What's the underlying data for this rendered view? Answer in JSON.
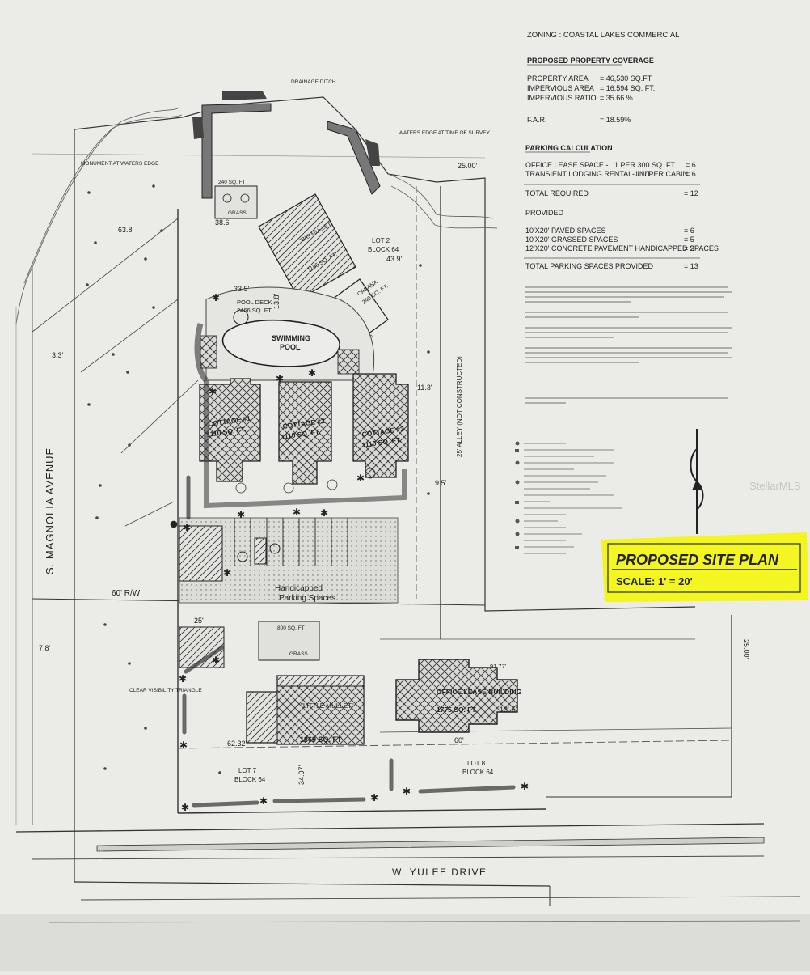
{
  "zoning": "ZONING : COASTAL LAKES COMMERCIAL",
  "coverage": {
    "heading": "PROPOSED PROPERTY COVERAGE",
    "rows": [
      {
        "label": "PROPERTY AREA",
        "value": "= 46,530 SQ.FT."
      },
      {
        "label": "IMPERVIOUS AREA",
        "value": "= 16,594 SQ. FT."
      },
      {
        "label": "IMPERVIOUS RATIO",
        "value": "= 35.66 %"
      },
      {
        "label": "F.A.R.",
        "value": "= 18.59%"
      }
    ]
  },
  "parking": {
    "heading": "PARKING CALCULATION",
    "rows": [
      {
        "label": "OFFICE LEASE SPACE -",
        "rate": "1 PER 300 SQ. FT.",
        "value": "= 6"
      },
      {
        "label": "TRANSIENT LODGING RENTAL UNIT",
        "rate": "-1.1/ PER CABIN",
        "value": "= 6"
      }
    ],
    "total_required": {
      "label": "TOTAL REQUIRED",
      "value": "= 12"
    },
    "provided_heading": "PROVIDED",
    "provided": [
      {
        "label": "10'X20' PAVED SPACES",
        "value": "= 6"
      },
      {
        "label": "10'X20' GRASSED SPACES",
        "value": "= 5"
      },
      {
        "label": "12'X20' CONCRETE PAVEMENT HANDICAPPED SPACES",
        "value": "= 2"
      }
    ],
    "total_provided": {
      "label": "TOTAL PARKING SPACES PROVIDED",
      "value": "= 13"
    }
  },
  "stamp": {
    "title": "PROPOSED SITE PLAN",
    "scale": "SCALE: 1' = 20'"
  },
  "watermark": "StellarMLS",
  "plan": {
    "drainage_ditch": "DRAINAGE DITCH",
    "waters_edge": "WATERS EDGE AT TIME OF SURVEY",
    "monument": "MONUMENT AT WATERS EDGE",
    "grass_240": "240 SQ. FT",
    "grass": "GRASS",
    "big_mullet": "\"BIG MULLET\"",
    "big_mullet_area": "1185 SQ. FT.",
    "lot2": "LOT 2",
    "block64": "BLOCK 64",
    "cabana": "CABANA",
    "cabana_area": "240 SQ. FT.",
    "pool_deck": "POOL DECK",
    "pool_deck_area": "2466 SQ. FT.",
    "swimming_pool_1": "SWIMMING",
    "swimming_pool_2": "POOL",
    "cottage1": "COTTAGE #1",
    "cottage1_area": "1110 SQ. FT.",
    "cottage2": "COTTAGE #2",
    "cottage2_area": "1110 SQ. FT.",
    "cottage3": "COTTAGE #3",
    "cottage3_area": "1110 SQ. FT.",
    "alley": "25' ALLEY (NOT CONSTRUCTED)",
    "magnolia": "S. MAGNOLIA AVENUE",
    "rw": "60' R/W",
    "handicapped": "Handicapped Parking Spaces",
    "grass_800": "800 SQ. FT",
    "little_mullet": "\"LITTLE MULLET\"",
    "little_mullet_area": "1869 SQ. FT",
    "office_lease": "OFFICE LEASE BUILDING",
    "office_lease_area": "1775 SQ. FT.",
    "lot7": "LOT 7",
    "lot8": "LOT 8",
    "yulee": "W. YULEE DRIVE",
    "clear_visibility": "CLEAR VISIBILITY TRIANGLE",
    "dims": {
      "d2500": "25.00'",
      "d638": "63.8'",
      "d386": "38.6'",
      "d439": "43.9'",
      "d113": "11.3'",
      "d95": "9.5'",
      "d335": "33.5'",
      "d138": "13.8'",
      "d7": "7.8'",
      "d25": "25'",
      "d6232": "62.32'",
      "d3407": "34.07'",
      "d60": "60'",
      "d135": "13'-5\"",
      "d9177": "91.77'",
      "d3": "3.3'"
    }
  }
}
